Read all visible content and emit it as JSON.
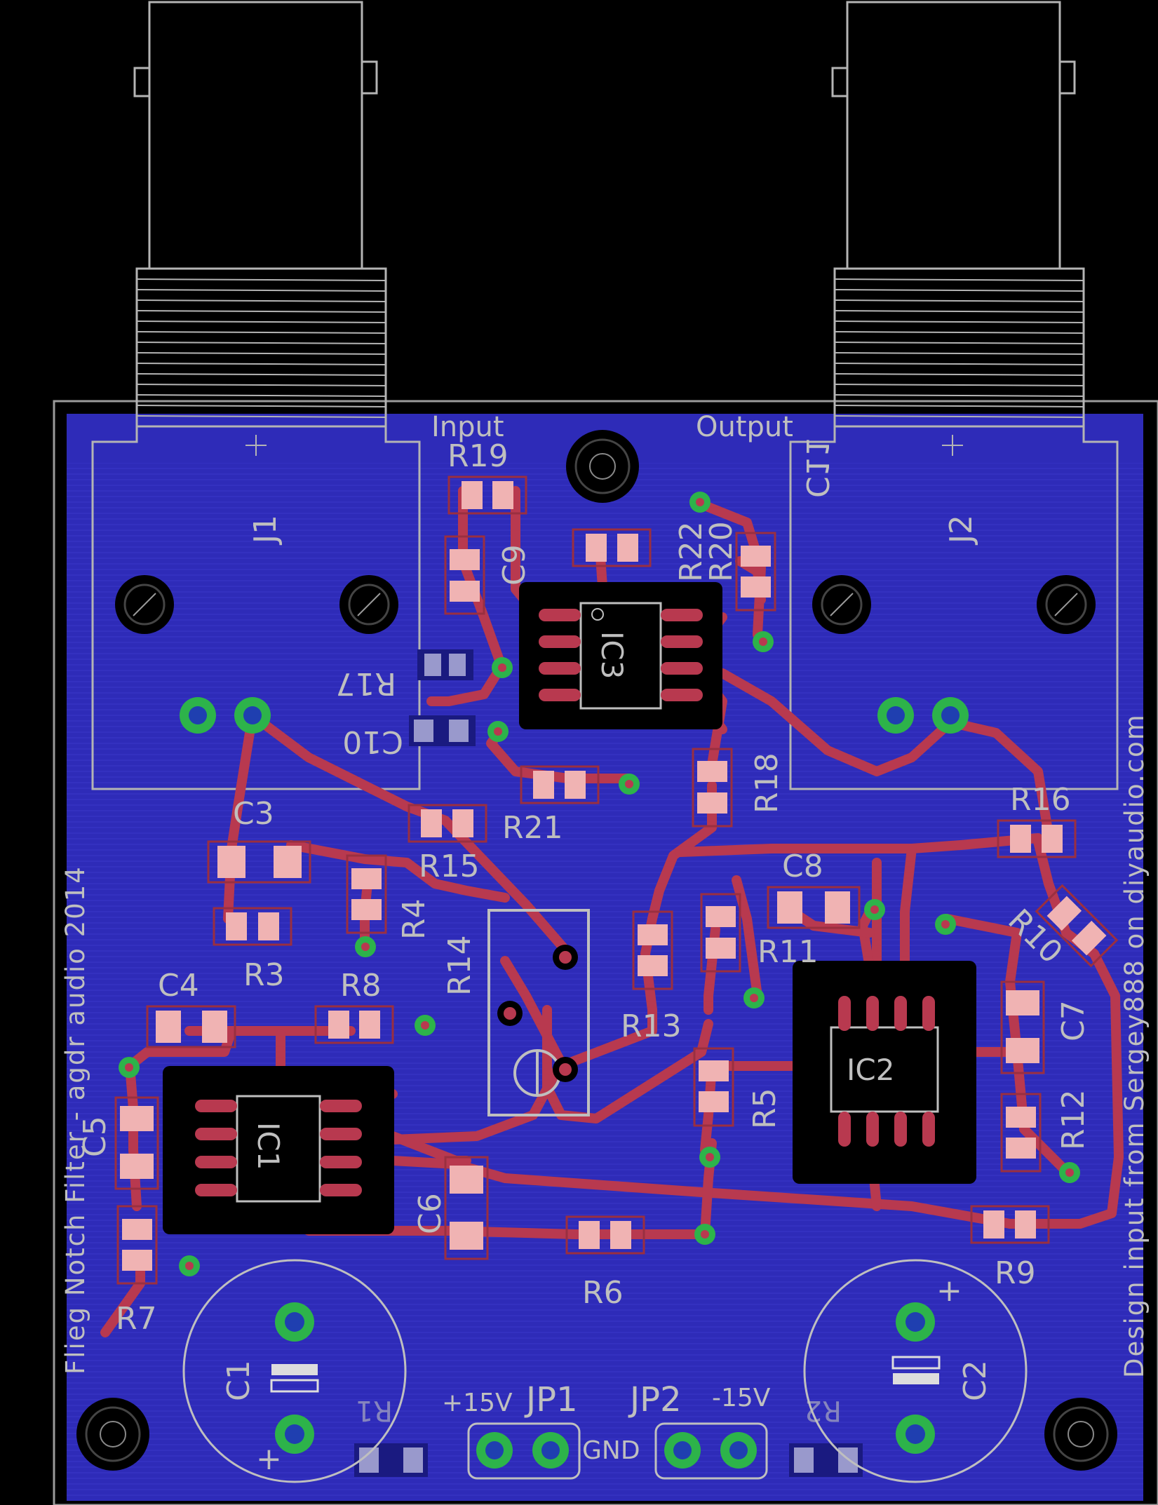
{
  "board": {
    "title_side_text": "Flieg Notch Filter - agdr audio 2014",
    "credit_side_text": "Design input from Sergey888 on diyaudio.com",
    "colors": {
      "background": "#000000",
      "copper_pour": "#2e2bb8",
      "copper_pour_dark": "#2622a0",
      "trace": "#b8394f",
      "pad": "#2db34a",
      "smd_pad": "#f0b3b3",
      "silkscreen": "#bfbfbf",
      "ic_body": "#000000"
    }
  },
  "connectors": {
    "input_label": "Input",
    "output_label": "Output",
    "j1": "J1",
    "j2": "J2",
    "jp1": "JP1",
    "jp2": "JP2",
    "plus15": "+15V",
    "minus15": "-15V",
    "gnd": "GND"
  },
  "ics": {
    "ic1": "IC1",
    "ic2": "IC2",
    "ic3": "IC3"
  },
  "capacitors": {
    "c1": "C1",
    "c2": "C2",
    "c3": "C3",
    "c4": "C4",
    "c5": "C5",
    "c6": "C6",
    "c7": "C7",
    "c8": "C8",
    "c9": "C9",
    "c10": "C10",
    "c11": "C11"
  },
  "resistors": {
    "r1": "R1",
    "r2": "R2",
    "r3": "R3",
    "r4": "R4",
    "r5": "R5",
    "r6": "R6",
    "r7": "R7",
    "r8": "R8",
    "r9": "R9",
    "r10": "R10",
    "r11": "R11",
    "r12": "R12",
    "r13": "R13",
    "r14": "R14",
    "r15": "R15",
    "r16": "R16",
    "r17": "R17",
    "r18": "R18",
    "r19": "R19",
    "r20": "R20",
    "r21": "R21",
    "r22": "R22"
  },
  "polarity": {
    "plus": "+"
  }
}
